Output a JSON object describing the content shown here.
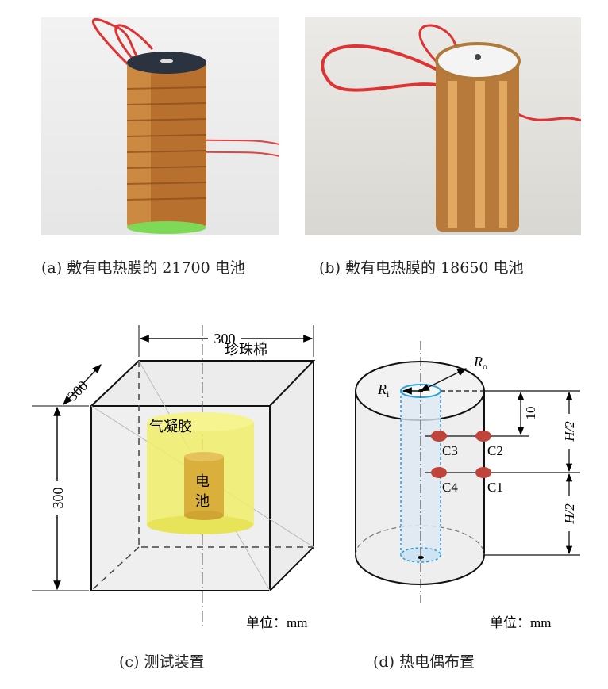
{
  "panels": {
    "a": {
      "caption": "(a)  敷有电热膜的 21700 电池"
    },
    "b": {
      "caption": "(b)  敷有电热膜的 18650 电池"
    },
    "c": {
      "caption": "(c)  测试装置",
      "dim_width": "300",
      "dim_depth": "300",
      "dim_height": "300",
      "label_foam": "珍珠棉",
      "label_aerogel": "气凝胶",
      "label_battery_1": "电",
      "label_battery_2": "池",
      "unit": "单位：mm"
    },
    "d": {
      "caption": "(d)  热电偶布置",
      "label_ro": "R",
      "label_ro_sub": "o",
      "label_ri": "R",
      "label_ri_sub": "i",
      "dim_10": "10",
      "dim_half_top": "H/2",
      "dim_half_bottom": "H/2",
      "points": [
        "C1",
        "C2",
        "C3",
        "C4"
      ],
      "unit": "单位：mm",
      "point_color": "#c0443a"
    }
  }
}
